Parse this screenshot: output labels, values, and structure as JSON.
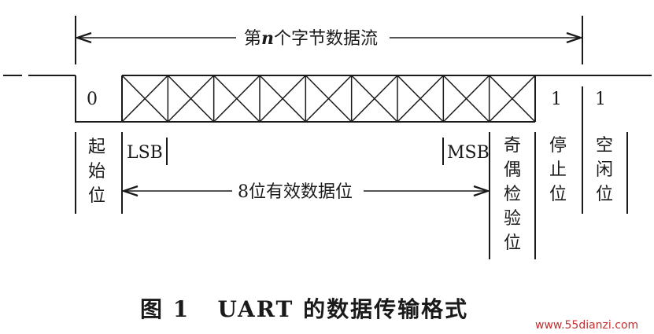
{
  "diagram": {
    "span_label": "第n个字节数据流",
    "span_label_prefix": "第",
    "span_label_var": "n",
    "span_label_suffix": "个字节数据流",
    "start_bit_value": "0",
    "stop_bit_value": "1",
    "idle_value": "1",
    "start_bit_label": [
      "起",
      "始",
      "位"
    ],
    "lsb_label": "LSB",
    "msb_label": "MSB",
    "data_bits_label": "8位有效数据位",
    "parity_label": [
      "奇",
      "偶",
      "检",
      "验",
      "位"
    ],
    "stop_label": [
      "停",
      "止",
      "位"
    ],
    "idle_label": [
      "空",
      "闲",
      "位"
    ],
    "data_cell_count": 9
  },
  "caption": "图 1   UART 的数据传输格式",
  "watermark": "www.55dianzi.com"
}
